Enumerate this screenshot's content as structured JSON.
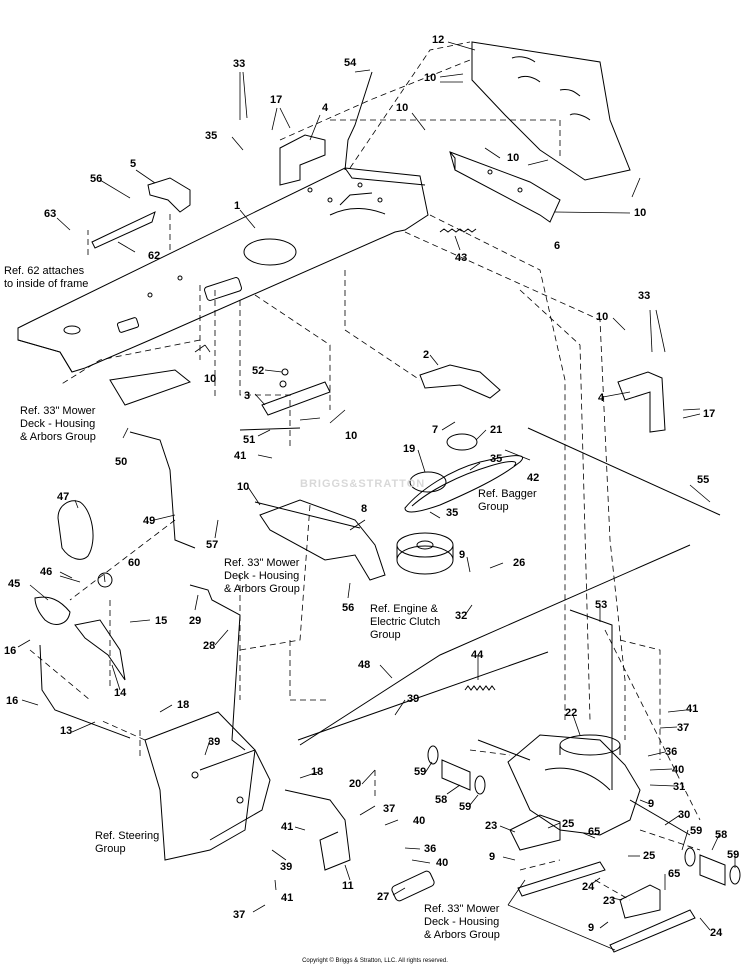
{
  "callouts": [
    {
      "id": "c-12",
      "text": "12"
    },
    {
      "id": "c-10a",
      "text": "10"
    },
    {
      "id": "c-10b",
      "text": "10"
    },
    {
      "id": "c-10c",
      "text": "10"
    },
    {
      "id": "c-10d",
      "text": "10"
    },
    {
      "id": "c-6",
      "text": "6"
    },
    {
      "id": "c-33a",
      "text": "33"
    },
    {
      "id": "c-17a",
      "text": "17"
    },
    {
      "id": "c-4a",
      "text": "4"
    },
    {
      "id": "c-54",
      "text": "54"
    },
    {
      "id": "c-35a",
      "text": "35"
    },
    {
      "id": "c-5",
      "text": "5"
    },
    {
      "id": "c-56a",
      "text": "56"
    },
    {
      "id": "c-1",
      "text": "1"
    },
    {
      "id": "c-63",
      "text": "63"
    },
    {
      "id": "c-62",
      "text": "62"
    },
    {
      "id": "c-43",
      "text": "43"
    },
    {
      "id": "c-10e",
      "text": "10"
    },
    {
      "id": "c-52",
      "text": "52"
    },
    {
      "id": "c-3",
      "text": "3"
    },
    {
      "id": "c-10f",
      "text": "10"
    },
    {
      "id": "c-50",
      "text": "50"
    },
    {
      "id": "c-51",
      "text": "51"
    },
    {
      "id": "c-41a",
      "text": "41"
    },
    {
      "id": "c-2",
      "text": "2"
    },
    {
      "id": "c-7",
      "text": "7"
    },
    {
      "id": "c-21",
      "text": "21"
    },
    {
      "id": "c-19",
      "text": "19"
    },
    {
      "id": "c-35b",
      "text": "35"
    },
    {
      "id": "c-42",
      "text": "42"
    },
    {
      "id": "c-35c",
      "text": "35"
    },
    {
      "id": "c-10g",
      "text": "10"
    },
    {
      "id": "c-33b",
      "text": "33"
    },
    {
      "id": "c-4b",
      "text": "4"
    },
    {
      "id": "c-17b",
      "text": "17"
    },
    {
      "id": "c-55",
      "text": "55"
    },
    {
      "id": "c-47",
      "text": "47"
    },
    {
      "id": "c-49",
      "text": "49"
    },
    {
      "id": "c-10h",
      "text": "10"
    },
    {
      "id": "c-57",
      "text": "57"
    },
    {
      "id": "c-8",
      "text": "8"
    },
    {
      "id": "c-56b",
      "text": "56"
    },
    {
      "id": "c-9a",
      "text": "9"
    },
    {
      "id": "c-26",
      "text": "26"
    },
    {
      "id": "c-32",
      "text": "32"
    },
    {
      "id": "c-46",
      "text": "46"
    },
    {
      "id": "c-60",
      "text": "60"
    },
    {
      "id": "c-45",
      "text": "45"
    },
    {
      "id": "c-15",
      "text": "15"
    },
    {
      "id": "c-16a",
      "text": "16"
    },
    {
      "id": "c-14",
      "text": "14"
    },
    {
      "id": "c-16b",
      "text": "16"
    },
    {
      "id": "c-29",
      "text": "29"
    },
    {
      "id": "c-28",
      "text": "28"
    },
    {
      "id": "c-53",
      "text": "53"
    },
    {
      "id": "c-48",
      "text": "48"
    },
    {
      "id": "c-44",
      "text": "44"
    },
    {
      "id": "c-39a",
      "text": "39"
    },
    {
      "id": "c-13",
      "text": "13"
    },
    {
      "id": "c-18a",
      "text": "18"
    },
    {
      "id": "c-39b",
      "text": "39"
    },
    {
      "id": "c-22",
      "text": "22"
    },
    {
      "id": "c-41b",
      "text": "41"
    },
    {
      "id": "c-37a",
      "text": "37"
    },
    {
      "id": "c-36a",
      "text": "36"
    },
    {
      "id": "c-40a",
      "text": "40"
    },
    {
      "id": "c-31",
      "text": "31"
    },
    {
      "id": "c-9b",
      "text": "9"
    },
    {
      "id": "c-18b",
      "text": "18"
    },
    {
      "id": "c-20",
      "text": "20"
    },
    {
      "id": "c-59a",
      "text": "59"
    },
    {
      "id": "c-58a",
      "text": "58"
    },
    {
      "id": "c-59b",
      "text": "59"
    },
    {
      "id": "c-37b",
      "text": "37"
    },
    {
      "id": "c-40b",
      "text": "40"
    },
    {
      "id": "c-41c",
      "text": "41"
    },
    {
      "id": "c-36b",
      "text": "36"
    },
    {
      "id": "c-40c",
      "text": "40"
    },
    {
      "id": "c-11",
      "text": "11"
    },
    {
      "id": "c-39c",
      "text": "39"
    },
    {
      "id": "c-27",
      "text": "27"
    },
    {
      "id": "c-37c",
      "text": "37"
    },
    {
      "id": "c-41d",
      "text": "41"
    },
    {
      "id": "c-23a",
      "text": "23"
    },
    {
      "id": "c-25a",
      "text": "25"
    },
    {
      "id": "c-65a",
      "text": "65"
    },
    {
      "id": "c-9c",
      "text": "9"
    },
    {
      "id": "c-25b",
      "text": "25"
    },
    {
      "id": "c-30",
      "text": "30"
    },
    {
      "id": "c-59c",
      "text": "59"
    },
    {
      "id": "c-58b",
      "text": "58"
    },
    {
      "id": "c-59d",
      "text": "59"
    },
    {
      "id": "c-24a",
      "text": "24"
    },
    {
      "id": "c-23b",
      "text": "23"
    },
    {
      "id": "c-65b",
      "text": "65"
    },
    {
      "id": "c-9d",
      "text": "9"
    },
    {
      "id": "c-24b",
      "text": "24"
    }
  ],
  "notes": {
    "frame_note": [
      "Ref. 62 attaches",
      "to inside of frame"
    ],
    "mower_deck_1": [
      "Ref. 33\" Mower",
      "Deck - Housing",
      "& Arbors Group"
    ],
    "mower_deck_2": [
      "Ref. 33\" Mower",
      "Deck - Housing",
      "& Arbors Group"
    ],
    "mower_deck_3": [
      "Ref. 33\" Mower",
      "Deck - Housing",
      "& Arbors Group"
    ],
    "bagger": [
      "Ref. Bagger",
      "Group"
    ],
    "engine": [
      "Ref. Engine &",
      "Electric Clutch",
      "Group"
    ],
    "steering": [
      "Ref.  Steering",
      "Group"
    ]
  },
  "watermark": "BRIGGS&STRATTON",
  "copyright": "Copyright © Briggs & Stratton, LLC. All rights reserved."
}
